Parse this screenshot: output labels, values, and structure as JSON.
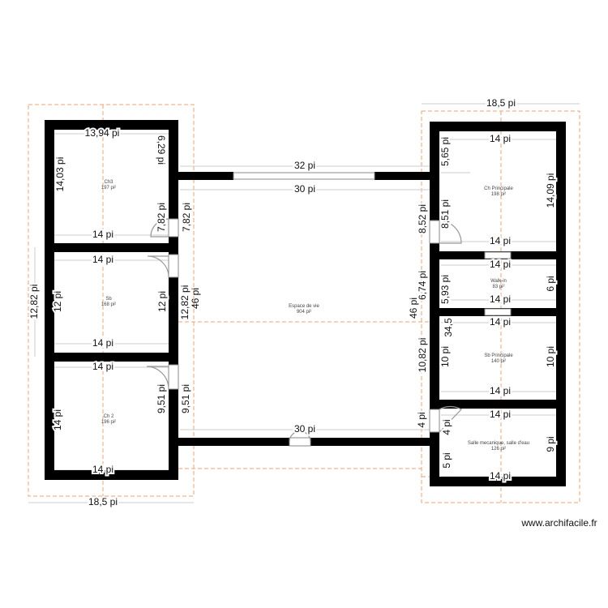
{
  "rooms": [
    {
      "name": "Ch3",
      "area": "197 pi²"
    },
    {
      "name": "Sb",
      "area": "168 pi²"
    },
    {
      "name": "Ch 2",
      "area": "196 pi²"
    },
    {
      "name": "Espace de vie",
      "area": "904 pi²"
    },
    {
      "name": "Ch Principale",
      "area": "198 pi²"
    },
    {
      "name": "Walk-in",
      "area": "83 pi²"
    },
    {
      "name": "Sb Principale",
      "area": "140 pi²"
    },
    {
      "name": "Salle mecanique, salle d'eau",
      "area": "126 pi²"
    }
  ],
  "dimensions": [
    "18,5 pi",
    "13,94 pi",
    "6,29 pi",
    "32 pi",
    "30 pi",
    "14,03 pi",
    "7,82 pi",
    "7,82 pi",
    "14 pi",
    "14 pi",
    "12,82 pi",
    "12 pi",
    "12 pi",
    "12,82 pi",
    "46 pi",
    "14 pi",
    "14 pi",
    "9,51 pi",
    "9,51 pi",
    "14 pi",
    "30 pi",
    "14 pi",
    "18,5 pi",
    "14 pi",
    "5,65 pi",
    "14,09 pi",
    "8,52 pi",
    "8,51 pi",
    "14 pi",
    "14 pi",
    "6,74 pi",
    "5,93 pi",
    "6 pi",
    "14 pi",
    "46 pi",
    "34,5",
    "14 pi",
    "10,82 pi",
    "10 pi",
    "10 pi",
    "14 pi",
    "4 pi",
    "14 pi",
    "4 pi",
    "9 pi",
    "5 pi",
    "14 pi"
  ],
  "watermark": "www.archifacile.fr"
}
